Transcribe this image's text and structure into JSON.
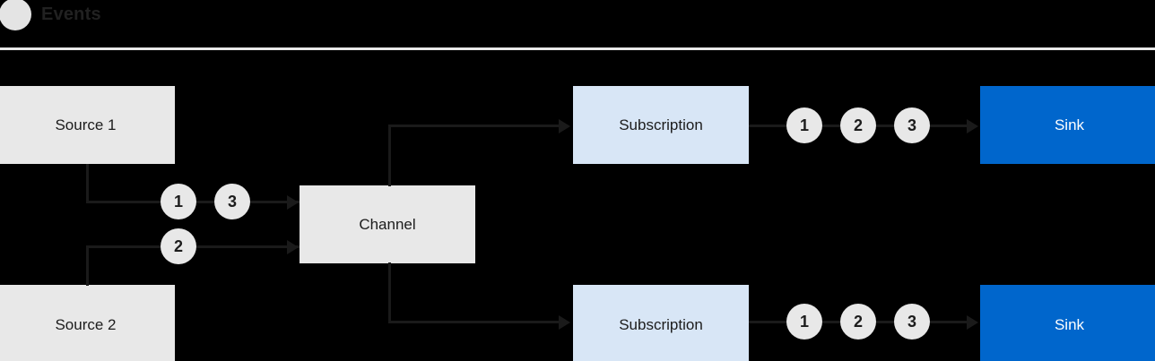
{
  "header": {
    "icon": "circle-icon",
    "title": "Events",
    "divider_color": "#e8e8e8"
  },
  "colors": {
    "background": "#000000",
    "source_box": "#e8e8e8",
    "channel_box": "#e8e8e8",
    "subscription_box": "#d8e6f6",
    "sink_box": "#0066cc",
    "sink_text": "#ffffff",
    "line": "#1a1a1a",
    "badge_fill": "#e8e8e8",
    "badge_text": "#1c1c1c"
  },
  "nodes": {
    "source1": "Source 1",
    "source2": "Source 2",
    "channel": "Channel",
    "subscription_top": "Subscription",
    "subscription_bottom": "Subscription",
    "sink_top": "Sink",
    "sink_bottom": "Sink"
  },
  "badges": {
    "source_lane_top": [
      "1",
      "3"
    ],
    "source_lane_bottom": [
      "2"
    ],
    "sink_lane_top": [
      "1",
      "2",
      "3"
    ],
    "sink_lane_bottom": [
      "1",
      "2",
      "3"
    ]
  },
  "flow": {
    "description": "Source 1 and Source 2 emit events into a Channel, which fans out to two Subscriptions, each delivering events 1, 2, 3 to a Sink."
  }
}
